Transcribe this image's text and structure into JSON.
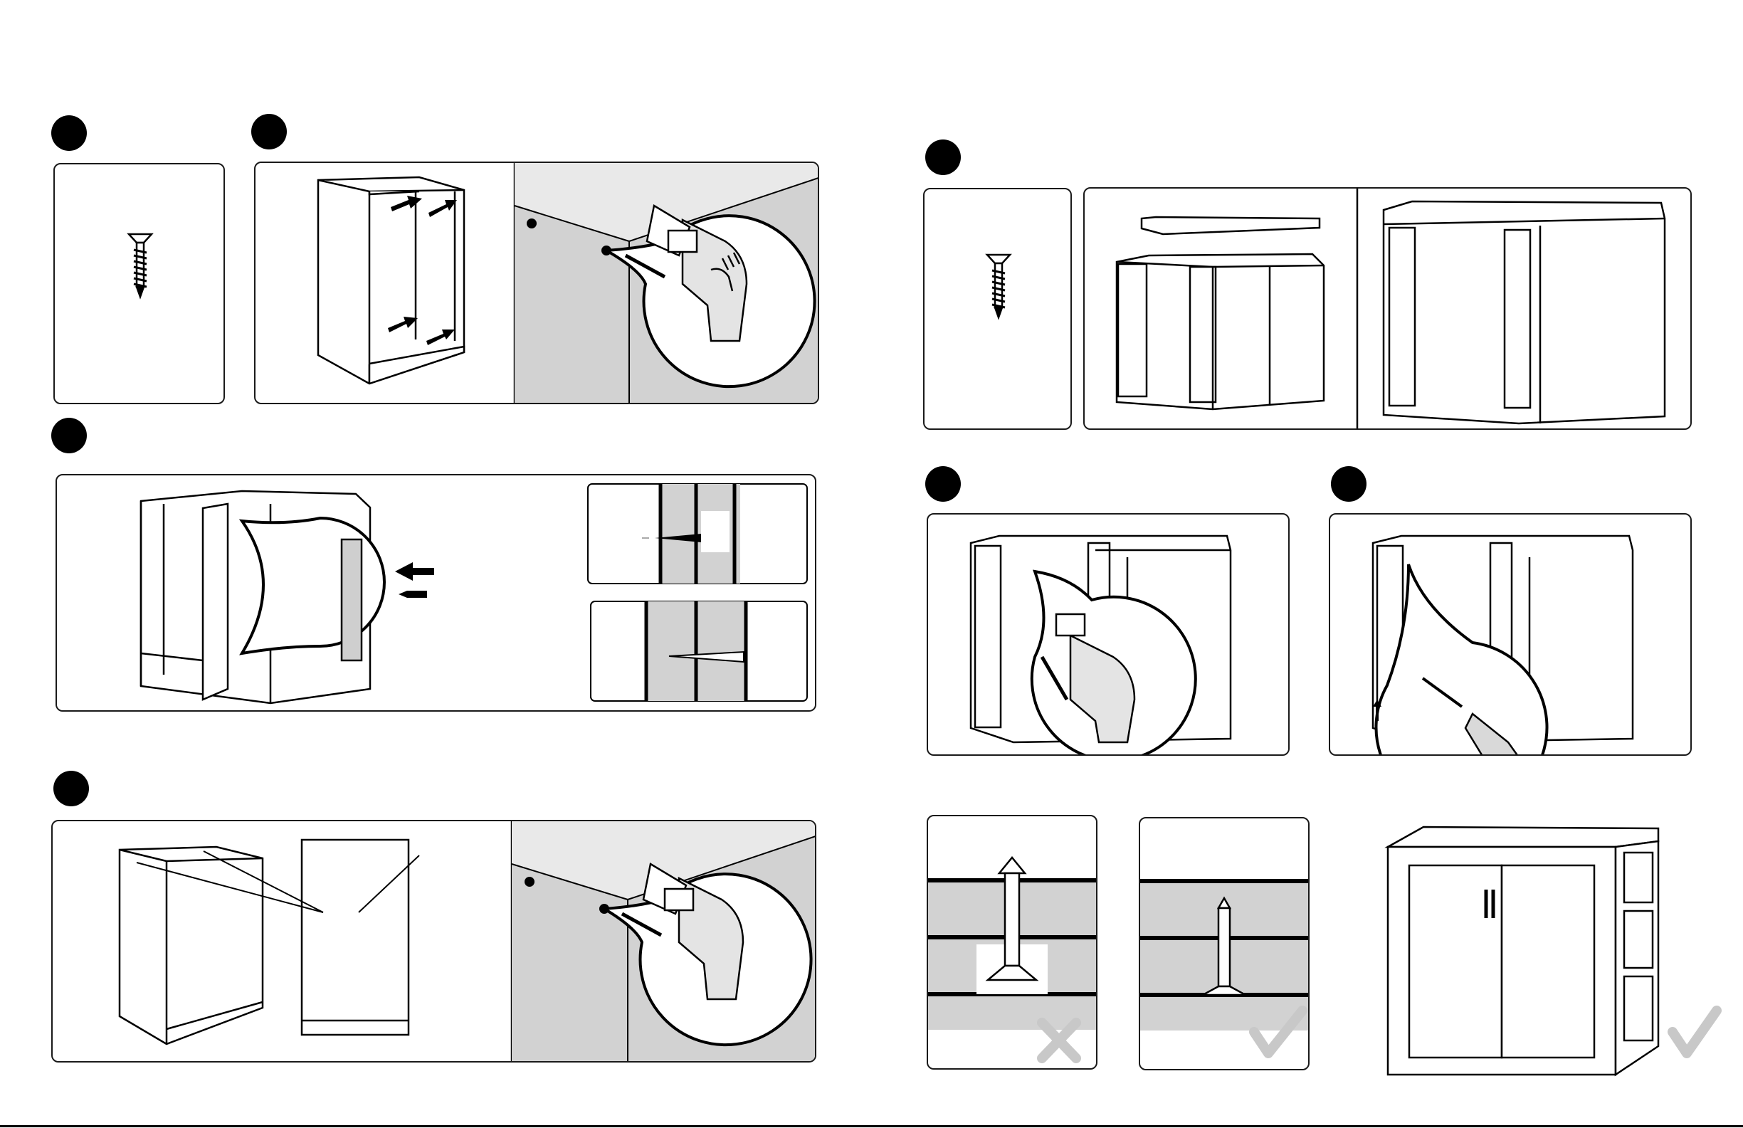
{
  "page": {
    "background": "#ffffff",
    "ink": "#000000",
    "wall_gray": "#cfcfcf",
    "light_gray": "#e8e8e8",
    "check_gray": "#c8c8c8"
  },
  "steps": [
    {
      "id": "step-1",
      "marker": "black-dot",
      "content": "screw-part"
    },
    {
      "id": "step-2",
      "marker": "black-dot",
      "content": "mark-and-drill-wall-holes"
    },
    {
      "id": "step-3",
      "marker": "black-dot",
      "content": "join-cabinets-screws"
    },
    {
      "id": "step-4",
      "marker": "black-dot",
      "content": "side-cabinet-wall-drill"
    },
    {
      "id": "step-5",
      "marker": "black-dot",
      "content": "attach-countertop"
    },
    {
      "id": "step-6",
      "marker": "black-dot",
      "content": "drill-pilot-holes-top"
    },
    {
      "id": "step-7",
      "marker": "black-dot",
      "content": "screw-top-from-below"
    }
  ],
  "icons": {
    "screw": "screw-icon",
    "drill": "drill-icon",
    "screwdriver": "screwdriver-icon",
    "check": "check-mark-icon",
    "cross": "cross-mark-icon",
    "arrow": "arrow-icon"
  },
  "results": {
    "wrong_example": "cross",
    "right_example": "check",
    "final_assembly": "check"
  }
}
